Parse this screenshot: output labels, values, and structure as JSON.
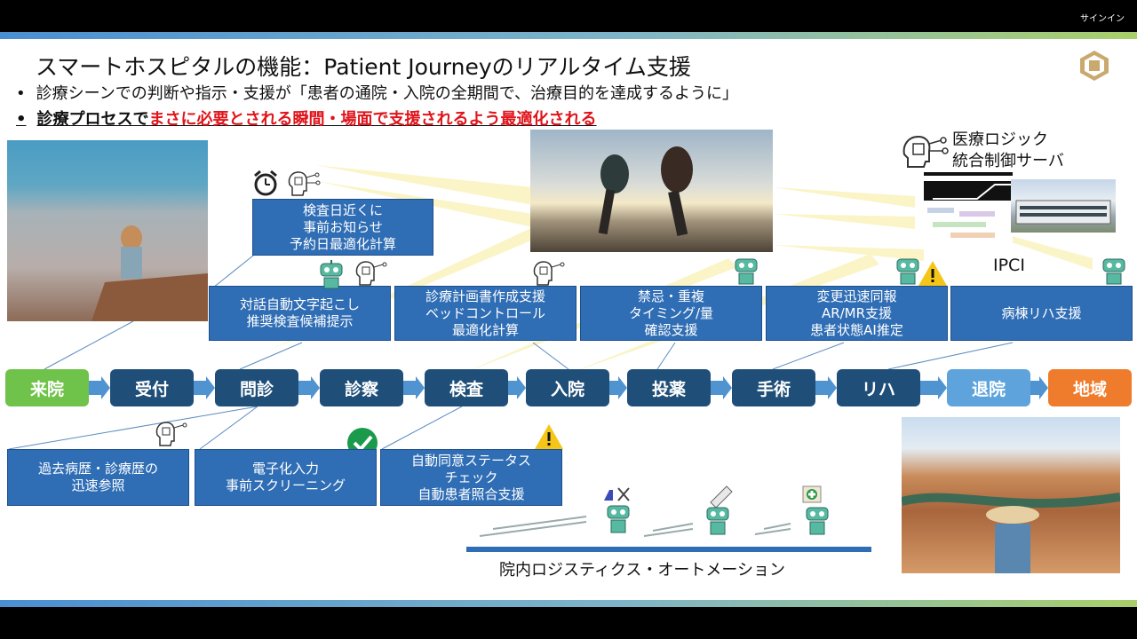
{
  "window": {
    "signin_label": "サインイン"
  },
  "slide": {
    "title": "スマートホスピタルの機能：Patient Journeyのリアルタイム支援",
    "bullet1": "診療シーンでの判断や指示・支援が「患者の通院・入院の全期間で、治療目的を達成するように」",
    "bullet2_prefix": "診療プロセスで",
    "bullet2_highlight": "まさに必要とされる瞬間・場面で支援されるよう最適化される",
    "bullet_symbol": "•"
  },
  "boxes_top": {
    "reminder": [
      "検査日近くに",
      "事前お知らせ",
      "予約日最適化計算"
    ],
    "interview": [
      "対話自動文字起こし",
      "推奨検査候補提示"
    ],
    "plan": [
      "診療計画書作成支援",
      "ベッドコントロール",
      "最適化計算"
    ],
    "medication": [
      "禁忌・重複",
      "タイミング/量",
      "確認支援"
    ],
    "surgery": [
      "変更迅速同報",
      "AR/MR支援",
      "患者状態AI推定"
    ],
    "rehab": [
      "病棟リハ支援"
    ]
  },
  "boxes_bottom": {
    "history": [
      "過去病歴・診療歴の",
      "迅速参照"
    ],
    "screening": [
      "電子化入力",
      "事前スクリーニング"
    ],
    "consent": [
      "自動同意ステータス",
      "チェック",
      "自動患者照合支援"
    ]
  },
  "server": {
    "label_line1": "医療ロジック",
    "label_line2": "統合制御サーバ",
    "ipci": "IPCI"
  },
  "steps": [
    "来院",
    "受付",
    "問診",
    "診察",
    "検査",
    "入院",
    "投薬",
    "手術",
    "リハ",
    "退院",
    "地域"
  ],
  "logistics": "院内ロジスティクス・オートメーション",
  "colors": {
    "box_blue": "#2f6db5",
    "step_navy": "#1f4f79",
    "start_green": "#6fc24a",
    "end_orange": "#ef7b2c",
    "highlight_red": "#e0141b"
  },
  "icons": [
    "alarm-clock-icon",
    "ai-head-icon",
    "robot-icon",
    "warning-icon",
    "checkmark-icon",
    "flask-scissors-icon",
    "pencil-icon",
    "first-aid-icon"
  ]
}
